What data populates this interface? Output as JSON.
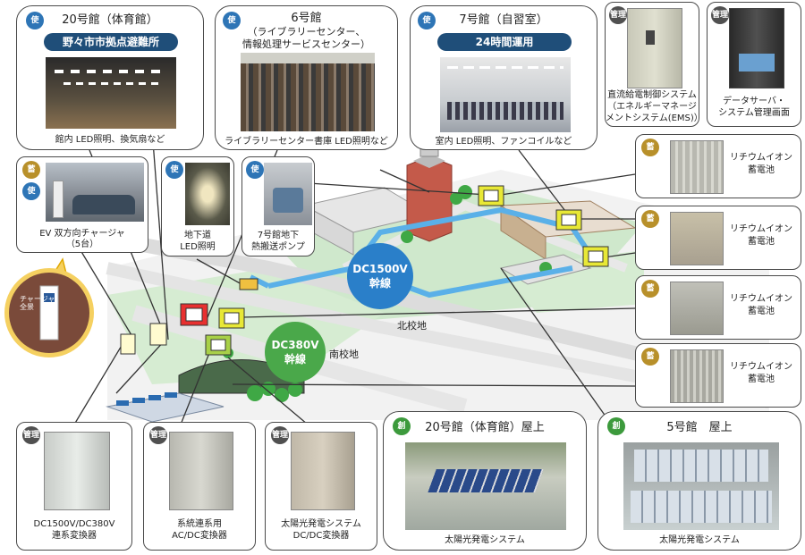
{
  "badges": {
    "use": "使",
    "manage": "管理",
    "store": "蓄",
    "generate": "創"
  },
  "gym": {
    "title": "20号館（体育館）",
    "pill": "野々市市拠点避難所",
    "caption": "館内 LED照明、換気扇など"
  },
  "bldg6": {
    "title": "6号館",
    "sub1": "（ライブラリーセンター、",
    "sub2": "情報処理サービスセンター）",
    "caption": "ライブラリーセンター書庫 LED照明など"
  },
  "bldg7": {
    "title": "7号館（自習室）",
    "pill": "24時間運用",
    "caption": "室内 LED照明、ファンコイルなど"
  },
  "ems": {
    "line1": "直流給電制御システム",
    "line2": "（エネルギーマネージ",
    "line3": "メントシステム(EMS)）"
  },
  "server": {
    "line1": "データサーバ・",
    "line2": "システム管理画面"
  },
  "ev": {
    "line1": "EV 双方向チャージャ",
    "line2": "（5台）",
    "bubble_line1": "チャージャ",
    "bubble_line2": "全景"
  },
  "underground": {
    "line1": "地下道",
    "line2": "LED照明"
  },
  "pump": {
    "line1": "7号館地下",
    "line2": "熱搬送ポンプ"
  },
  "batteries": [
    {
      "line1": "リチウムイオン",
      "line2": "蓄電池"
    },
    {
      "line1": "リチウムイオン",
      "line2": "蓄電池"
    },
    {
      "line1": "リチウムイオン",
      "line2": "蓄電池"
    },
    {
      "line1": "リチウムイオン",
      "line2": "蓄電池"
    }
  ],
  "map": {
    "dc1500_line1": "DC1500V",
    "dc1500_line2": "幹線",
    "dc380_line1": "DC380V",
    "dc380_line2": "幹線",
    "north_campus": "北校地",
    "south_campus": "南校地"
  },
  "converters": [
    {
      "line1": "DC1500V/DC380V",
      "line2": "連系変換器"
    },
    {
      "line1": "系統連系用",
      "line2": "AC/DC変換器"
    },
    {
      "line1": "太陽光発電システム",
      "line2": "DC/DC変換器"
    }
  ],
  "roof20": {
    "title": "20号館（体育館）屋上",
    "caption": "太陽光発電システム"
  },
  "roof5": {
    "title": "5号館　屋上",
    "caption": "太陽光発電システム"
  },
  "colors": {
    "navy": "#1f4e79",
    "dc1500": "#2a7fc9",
    "dc380": "#4aa84a",
    "line": "#5ab0e8",
    "ground": "#cfe8cc"
  }
}
